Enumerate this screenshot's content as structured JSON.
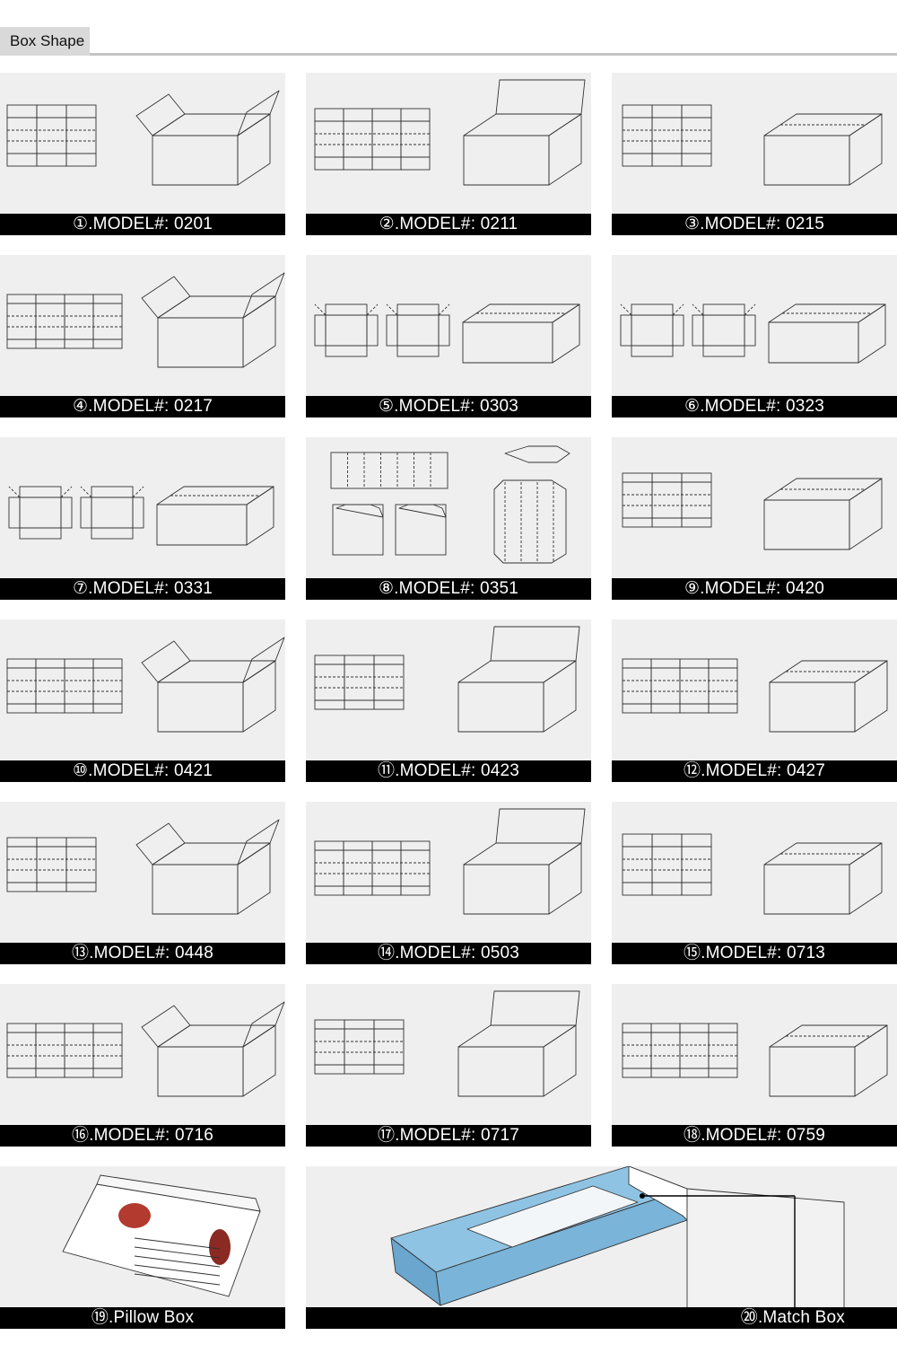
{
  "header": {
    "title": "Box Shape"
  },
  "items": [
    {
      "caption": "①.MODEL#: 0201"
    },
    {
      "caption": "②.MODEL#: 0211"
    },
    {
      "caption": "③.MODEL#: 0215"
    },
    {
      "caption": "④.MODEL#: 0217"
    },
    {
      "caption": "⑤.MODEL#: 0303"
    },
    {
      "caption": "⑥.MODEL#: 0323"
    },
    {
      "caption": "⑦.MODEL#: 0331"
    },
    {
      "caption": "⑧.MODEL#: 0351"
    },
    {
      "caption": "⑨.MODEL#: 0420"
    },
    {
      "caption": "⑩.MODEL#: 0421"
    },
    {
      "caption": "⑪.MODEL#: 0423"
    },
    {
      "caption": "⑫.MODEL#: 0427"
    },
    {
      "caption": "⑬.MODEL#: 0448"
    },
    {
      "caption": "⑭.MODEL#: 0503"
    },
    {
      "caption": "⑮.MODEL#: 0713"
    },
    {
      "caption": "⑯.MODEL#: 0716"
    },
    {
      "caption": "⑰.MODEL#: 0717"
    },
    {
      "caption": "⑱.MODEL#: 0759"
    },
    {
      "caption": "⑲.Pillow Box"
    },
    {
      "caption": "⑳.Match Box"
    }
  ],
  "colors": {
    "tab": "#d9d9d9",
    "rule": "#c4c4c4",
    "panel": "#efefef",
    "caption_bg": "#000000",
    "match_box": "#8fc3e3"
  }
}
